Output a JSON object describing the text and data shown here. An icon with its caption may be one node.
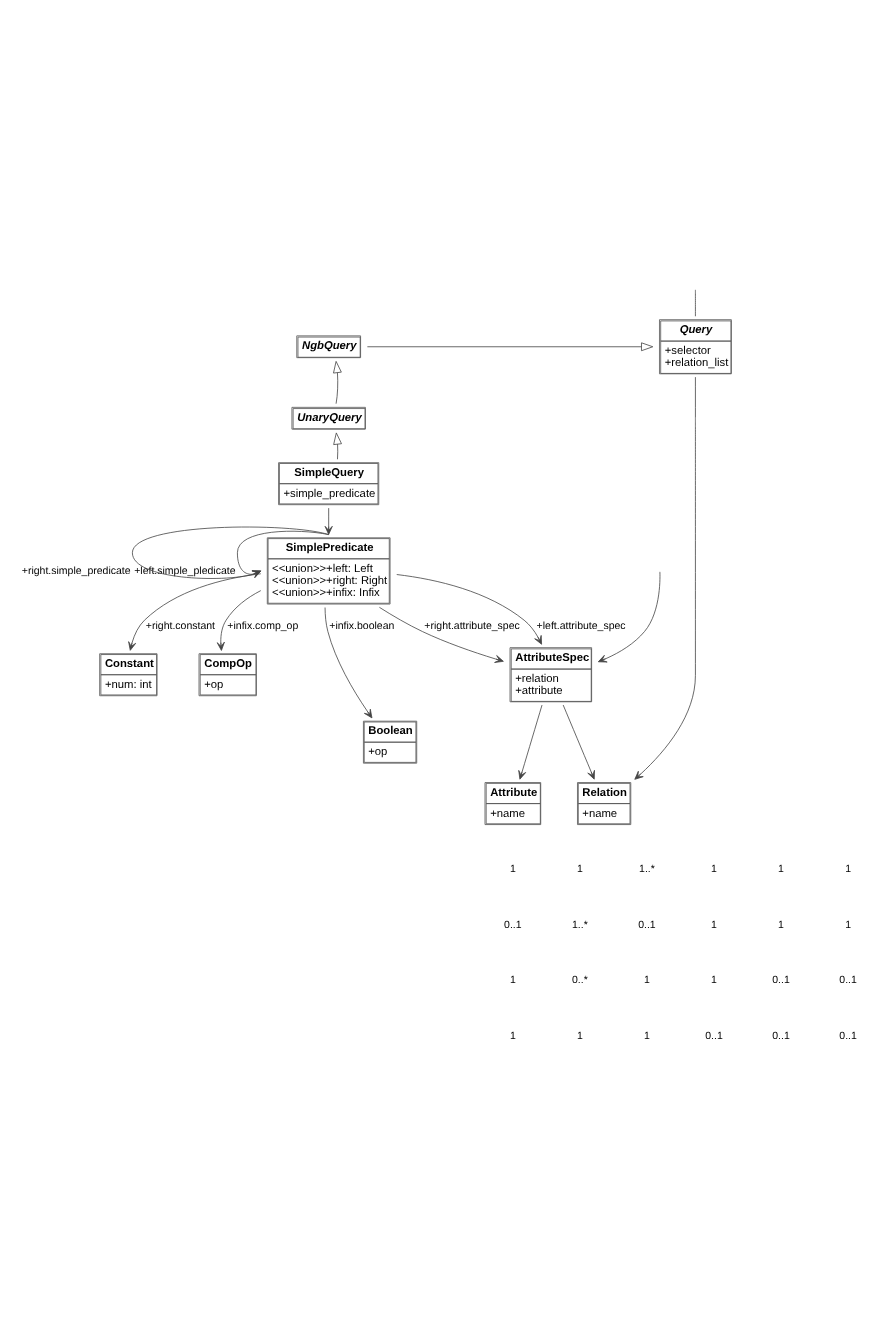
{
  "diagram": {
    "nodes": [
      {
        "text": [
          "Query",
          "+selector",
          "+relation_list"
        ]
      },
      {
        "text": [
          "NgbQuery"
        ]
      },
      {
        "text": [
          "UnaryQuery"
        ]
      },
      {
        "text": [
          "SimpleQuery",
          "+simple_predicate"
        ]
      },
      {
        "text": [
          "Relation",
          "+name"
        ]
      },
      {
        "text": [
          "AttributeSpec",
          "+relation",
          "+attribute"
        ]
      },
      {
        "text": [
          "Attribute",
          "+name"
        ]
      },
      {
        "text": [
          "SimplePredicate",
          "<<union>>+left: Left",
          "<<union>>+right: Right",
          "<<union>>+infix: Infix"
        ]
      },
      {
        "text": [
          "Constant",
          "+num: int"
        ]
      },
      {
        "text": [
          "CompOp",
          "+op"
        ]
      },
      {
        "text": [
          "Boolean",
          "+op"
        ]
      }
    ],
    "edges": [
      {
        "from": null,
        "to": 0,
        "arrow": "none"
      },
      {
        "from": 1,
        "to": 0,
        "arrow": "to"
      },
      {
        "from": 2,
        "to": 1,
        "arrow": "to"
      },
      {
        "from": 3,
        "to": 2,
        "arrow": "to"
      },
      {
        "from": 0,
        "to": 4,
        "arrow": "to"
      },
      {
        "from": 5,
        "to": 4,
        "arrow": "to"
      },
      {
        "from": null,
        "to": 5,
        "arrow": "to"
      },
      {
        "from": 5,
        "to": 6,
        "arrow": "to"
      },
      {
        "from": 3,
        "to": 7,
        "arrow": "to"
      },
      {
        "from": 7,
        "to": 5,
        "arrow": "to",
        "label": "+right.attribute_spec"
      },
      {
        "from": 7,
        "to": 5,
        "arrow": "to",
        "label": "+left.attribute_spec"
      },
      {
        "from": 7,
        "to": 7,
        "arrow": "to",
        "label": "+left.simple_pledicate"
      },
      {
        "from": 7,
        "to": 7,
        "arrow": "to",
        "label": "+right.simple_predicate"
      },
      {
        "from": 7,
        "to": 8,
        "arrow": "to",
        "label": "+right.constant"
      },
      {
        "from": 7,
        "to": 9,
        "arrow": "to",
        "label": "+infix.comp_op"
      },
      {
        "from": 7,
        "to": 10,
        "arrow": "to",
        "label": "+infix.boolean"
      }
    ],
    "labels": [
      "1",
      "1",
      "1..*",
      "1",
      "1",
      "1",
      "0..1",
      "1..*",
      "0..1",
      "1",
      "1",
      "1",
      "1",
      "0..*",
      "1",
      "1",
      "0..1",
      "0..1",
      "1",
      "1",
      "1",
      "0..1",
      "0..1",
      "0..1"
    ]
  }
}
